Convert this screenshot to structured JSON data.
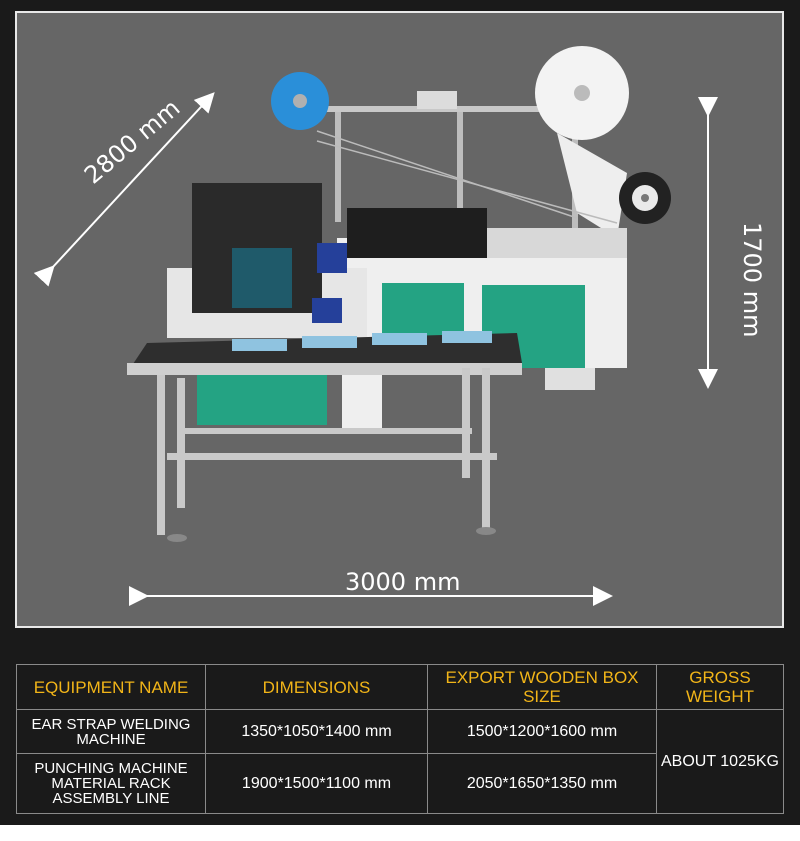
{
  "dimensions": {
    "depth": "2800 mm",
    "height": "1700 mm",
    "width": "3000 mm"
  },
  "table": {
    "headers": [
      "EQUIPMENT NAME",
      "DIMENSIONS",
      "EXPORT WOODEN BOX SIZE",
      "GROSS WEIGHT"
    ],
    "rows": [
      {
        "name": "EAR STRAP WELDING MACHINE",
        "dimensions": "1350*1050*1400 mm",
        "box": "1500*1200*1600 mm"
      },
      {
        "name": "PUNCHING MACHINE MATERIAL RACK ASSEMBLY LINE",
        "dimensions": "1900*1500*1100 mm",
        "box": "2050*1650*1350 mm"
      }
    ],
    "weight": "ABOUT 1025KG"
  },
  "colors": {
    "header_text": "#f2b518",
    "photo_bg": "#666666",
    "page_bg": "#1a1a1a"
  }
}
